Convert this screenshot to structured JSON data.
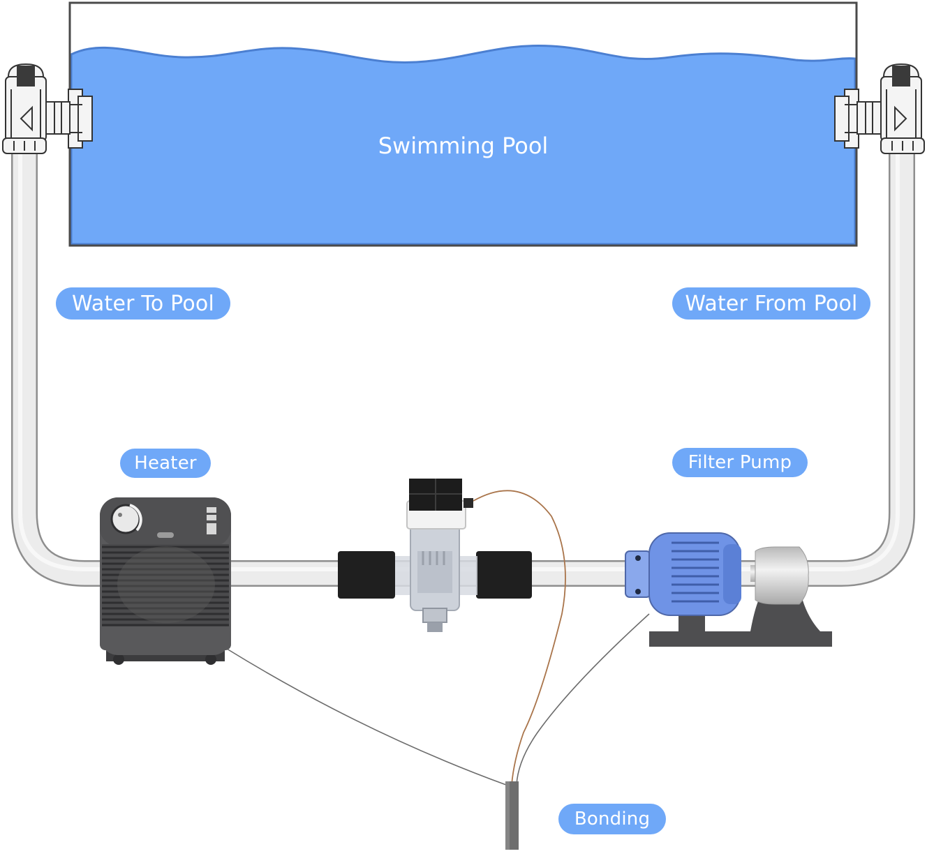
{
  "diagram": {
    "pool_label": "Swimming Pool",
    "labels": {
      "water_to_pool": "Water To Pool",
      "water_from_pool": "Water From Pool",
      "heater": "Heater",
      "filter_pump": "Filter Pump",
      "bonding": "Bonding"
    },
    "components": [
      {
        "name": "heater",
        "icon": "heater-unit-icon"
      },
      {
        "name": "chlorinator",
        "icon": "salt-chlorinator-icon"
      },
      {
        "name": "filter-pump",
        "icon": "pump-motor-icon"
      },
      {
        "name": "inlet-valve",
        "icon": "valve-icon"
      },
      {
        "name": "outlet-valve",
        "icon": "valve-icon"
      },
      {
        "name": "bonding-rod",
        "icon": "ground-rod-icon"
      }
    ],
    "colors": {
      "water": "#6fa8f8",
      "water_edge": "#4b7fd1",
      "pipe": "#e8e8e8",
      "pipe_edge": "#8e8e8e",
      "heater_body": "#555658",
      "pump_blue": "#6f93e6",
      "label_bg": "#6fa8f8"
    }
  }
}
